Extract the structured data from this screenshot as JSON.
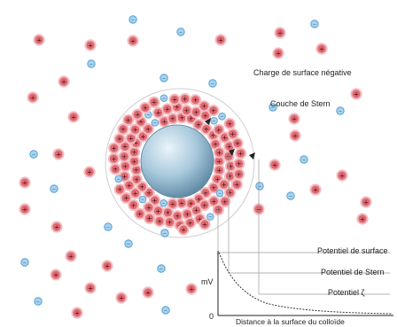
{
  "labels": {
    "surface_charge": "Charge de surface négative",
    "stern_layer": "Couche de Stern",
    "surface_potential": "Potentiel de surface",
    "stern_potential": "Potentiel de Stern",
    "zeta_potential": "Potentiel ζ",
    "y_axis": "mV",
    "origin": "0",
    "x_axis": "Distance à la surface du colloïde"
  },
  "ions": {
    "cation_symbol": "+",
    "anion_symbol": "−"
  },
  "colors": {
    "cation_fill": "#e06a72",
    "cation_ring": "#f3bcc0",
    "anion_fill": "#a9d3ee",
    "anion_ring": "#5aa4d6",
    "sphere_light": "#d7e9f4",
    "sphere_dark": "#6f9ab4"
  }
}
